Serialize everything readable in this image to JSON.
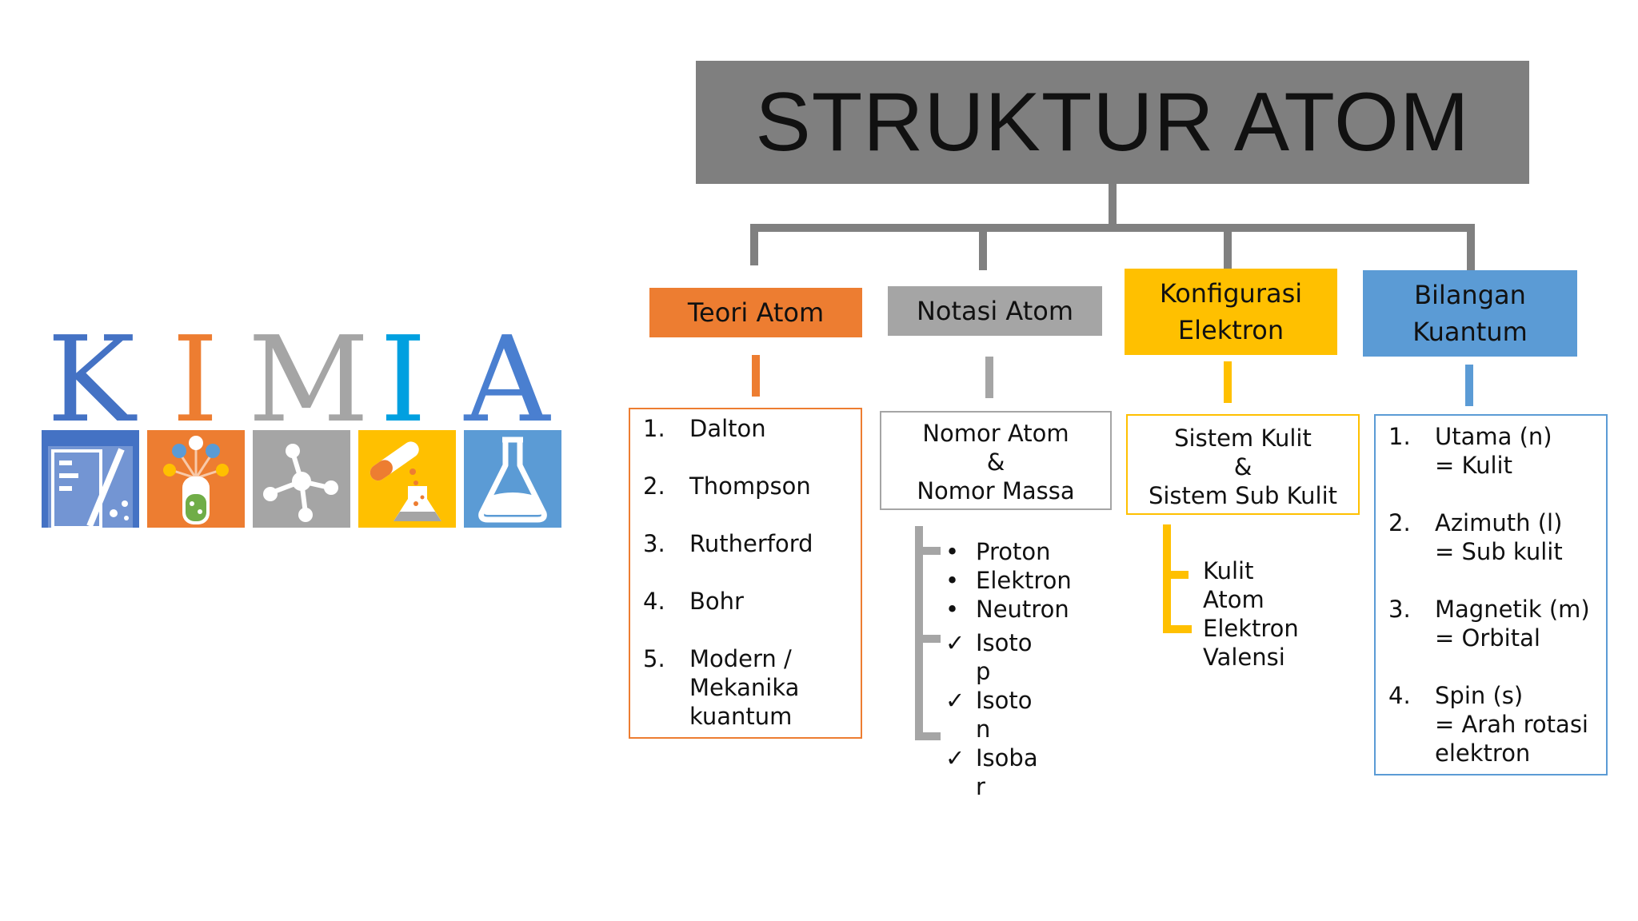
{
  "logo": {
    "letters": [
      {
        "char": "K",
        "color": "#4472c4"
      },
      {
        "char": "I",
        "color": "#ed7d31"
      },
      {
        "char": "M",
        "color": "#a5a5a5"
      },
      {
        "char": "I",
        "color": "#00a0e0"
      },
      {
        "char": "A",
        "color": "#4a7fd0"
      }
    ],
    "tiles": [
      {
        "icon": "calculator-chart-icon",
        "color": "#4472c4"
      },
      {
        "icon": "test-tube-science-icon",
        "color": "#ed7d31"
      },
      {
        "icon": "molecule-icon",
        "color": "#a5a5a5"
      },
      {
        "icon": "pouring-test-tube-icon",
        "color": "#ffc000"
      },
      {
        "icon": "erlenmeyer-flask-icon",
        "color": "#5b9bd5"
      }
    ]
  },
  "title": "STRUKTUR ATOM",
  "colors": {
    "orange": "#ed7d31",
    "gray": "#a5a5a5",
    "yellow": "#ffc000",
    "blue": "#5b9bd5",
    "title_bg": "#7f7f7f",
    "connector": "#808080"
  },
  "categories": [
    {
      "id": "teori",
      "label": "Teori Atom"
    },
    {
      "id": "notasi",
      "label": "Notasi Atom"
    },
    {
      "id": "konfigurasi",
      "line1": "Konfigurasi",
      "line2": "Elektron"
    },
    {
      "id": "bilangan",
      "line1": "Bilangan",
      "line2": "Kuantum"
    }
  ],
  "teori_list": [
    {
      "num": "1.",
      "lines": [
        "Dalton"
      ]
    },
    {
      "num": "2.",
      "lines": [
        "Thompson"
      ]
    },
    {
      "num": "3.",
      "lines": [
        "Rutherford"
      ]
    },
    {
      "num": "4.",
      "lines": [
        "Bohr"
      ]
    },
    {
      "num": "5.",
      "lines": [
        "Modern /",
        "Mekanika",
        "kuantum"
      ]
    }
  ],
  "notasi_box": {
    "line1": "Nomor Atom",
    "line2": "&",
    "line3": "Nomor Massa"
  },
  "notasi_items": [
    {
      "marker": "•",
      "lines": [
        "Proton"
      ]
    },
    {
      "marker": "•",
      "lines": [
        "Elektron"
      ]
    },
    {
      "marker": "•",
      "lines": [
        "Neutron"
      ]
    },
    {
      "marker": "✓",
      "lines": [
        "Isoto",
        "p"
      ]
    },
    {
      "marker": "✓",
      "lines": [
        "Isoto",
        "n"
      ]
    },
    {
      "marker": "✓",
      "lines": [
        "Isoba",
        "r"
      ]
    }
  ],
  "konfigurasi_box": {
    "line1": "Sistem Kulit",
    "line2": "&",
    "line3": "Sistem Sub Kulit"
  },
  "konfigurasi_items": [
    "Kulit",
    "Atom",
    "Elektron",
    "Valensi"
  ],
  "bilangan_list": [
    {
      "num": "1.",
      "lines": [
        "Utama (n)",
        "= Kulit"
      ]
    },
    {
      "num": "2.",
      "lines": [
        "Azimuth (l)",
        "= Sub kulit"
      ]
    },
    {
      "num": "3.",
      "lines": [
        "Magnetik (m)",
        "= Orbital"
      ]
    },
    {
      "num": "4.",
      "lines": [
        "Spin (s)",
        "= Arah rotasi",
        "elektron"
      ]
    }
  ]
}
